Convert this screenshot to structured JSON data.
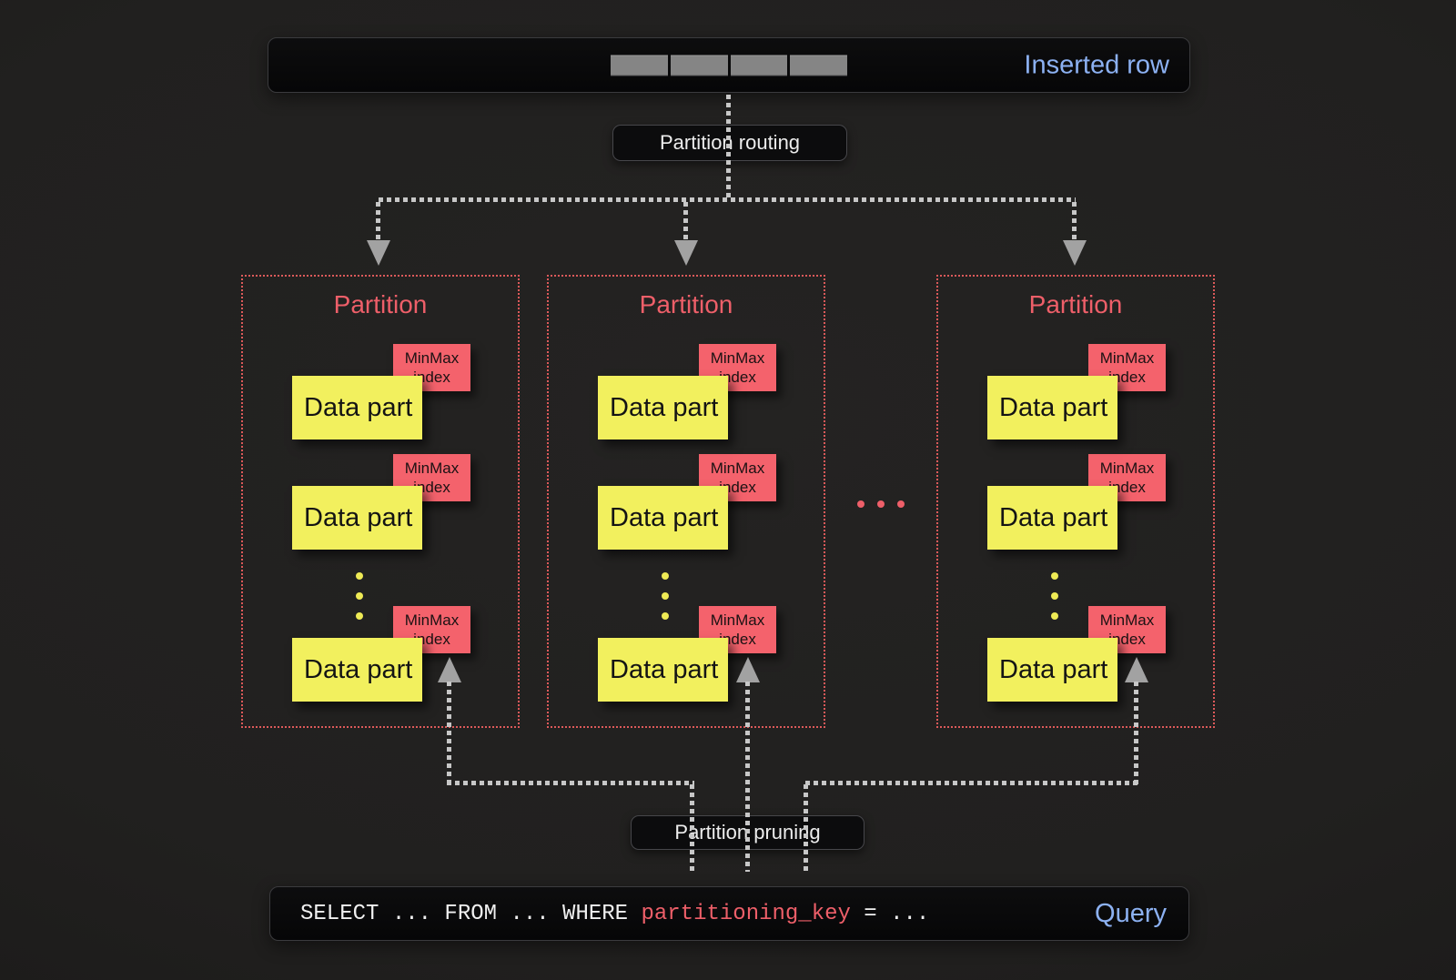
{
  "colors": {
    "background": "#21201f",
    "panel_bg": "#0a0a0b",
    "accent_blue": "#8cb1f2",
    "accent_red": "#ee5f69",
    "partition_border_red": "#dd5a5a",
    "data_part_yellow": "#f2f05e",
    "minmax_red": "#f4626c",
    "connector_gray": "#c7c7c7",
    "arrow_gray": "#a2a2a2",
    "text_white": "#ededed"
  },
  "inserted_row": {
    "label": "Inserted row",
    "cell_count": 4
  },
  "routing": {
    "label": "Partition routing"
  },
  "pruning": {
    "label": "Partition pruning"
  },
  "partitions": [
    {
      "title": "Partition",
      "parts": [
        {
          "label": "Data part",
          "index": [
            "MinMax",
            "index"
          ]
        },
        {
          "label": "Data part",
          "index": [
            "MinMax",
            "index"
          ]
        },
        {
          "label": "Data part",
          "index": [
            "MinMax",
            "index"
          ]
        }
      ]
    },
    {
      "title": "Partition",
      "parts": [
        {
          "label": "Data part",
          "index": [
            "MinMax",
            "index"
          ]
        },
        {
          "label": "Data part",
          "index": [
            "MinMax",
            "index"
          ]
        },
        {
          "label": "Data part",
          "index": [
            "MinMax",
            "index"
          ]
        }
      ]
    },
    {
      "title": "Partition",
      "parts": [
        {
          "label": "Data part",
          "index": [
            "MinMax",
            "index"
          ]
        },
        {
          "label": "Data part",
          "index": [
            "MinMax",
            "index"
          ]
        },
        {
          "label": "Data part",
          "index": [
            "MinMax",
            "index"
          ]
        }
      ]
    }
  ],
  "ellipsis": "...",
  "query": {
    "code_before": "SELECT ... FROM ... WHERE ",
    "code_key": "partitioning_key",
    "code_after": " = ...",
    "label": "Query"
  }
}
